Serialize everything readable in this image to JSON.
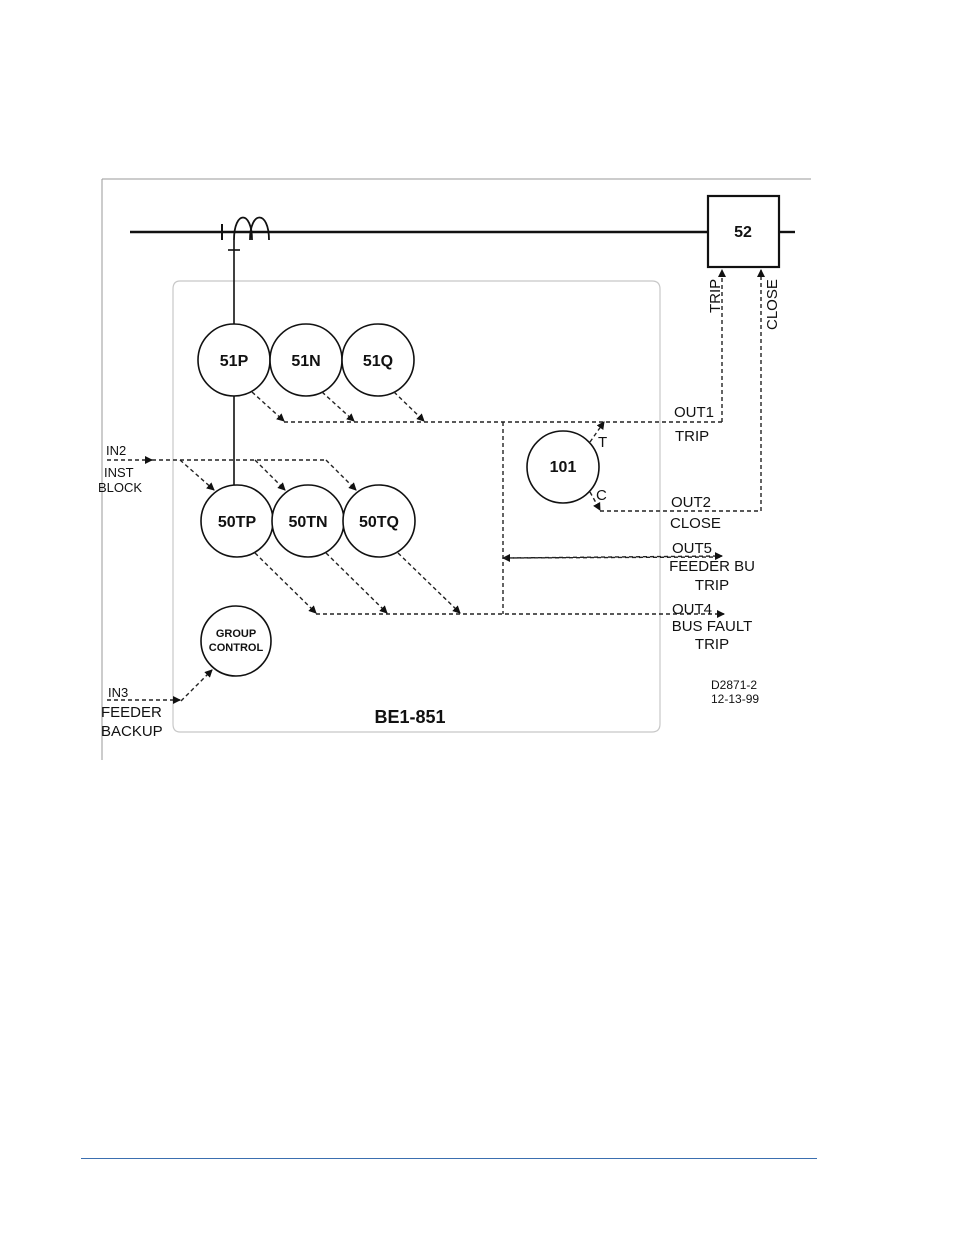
{
  "figure_id": "D2871-2",
  "figure_date": "12-13-99",
  "relay_title": "BE1-851",
  "breaker": {
    "label": "52",
    "trip_label": "TRIP",
    "close_label": "CLOSE"
  },
  "functions": {
    "f51p": "51P",
    "f51n": "51N",
    "f51q": "51Q",
    "f50tp": "50TP",
    "f50tn": "50TN",
    "f50tq": "50TQ",
    "f101": "101",
    "f101_t": "T",
    "f101_c": "C",
    "group_line1": "GROUP",
    "group_line2": "CONTROL"
  },
  "inputs": {
    "in2": "IN2",
    "in2_desc1": "INST",
    "in2_desc2": "BLOCK",
    "in3": "IN3",
    "in3_desc1": "FEEDER",
    "in3_desc2": "BACKUP"
  },
  "outputs": {
    "out1": "OUT1",
    "out1_desc": "TRIP",
    "out2": "OUT2",
    "out2_desc": "CLOSE",
    "out5": "OUT5",
    "out5_desc1": "FEEDER BU",
    "out5_desc2": "TRIP",
    "out4": "OUT4",
    "out4_desc1": "BUS FAULT",
    "out4_desc2": "TRIP"
  },
  "colors": {
    "footer_rule": "#3b6fb0",
    "ink": "#111111"
  }
}
